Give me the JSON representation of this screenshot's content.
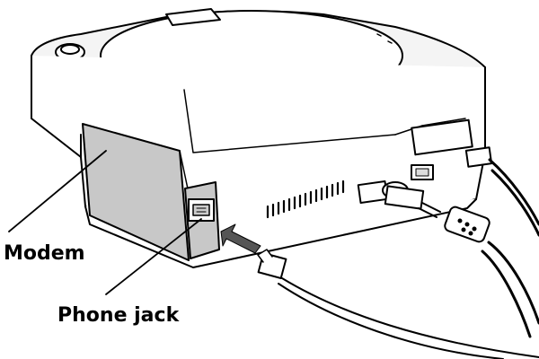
{
  "labels": {
    "modem": "Modem",
    "phone_jack": "Phone jack"
  },
  "icons": [
    "game-console",
    "modem-panel",
    "phone-jack",
    "phone-cord",
    "av-cable",
    "power-cable",
    "insert-arrow"
  ],
  "colors": {
    "line": "#000000",
    "background": "#ffffff",
    "modem_panel": "#c8c8c8",
    "arrow": "#555555"
  }
}
